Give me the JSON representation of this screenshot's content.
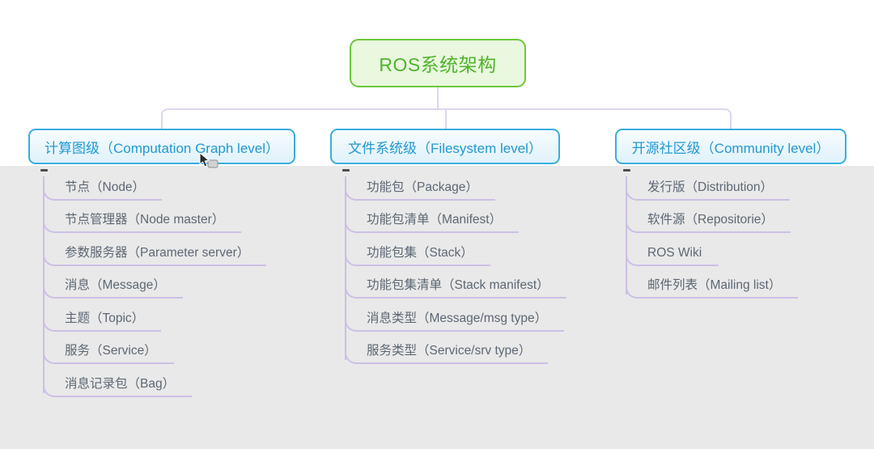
{
  "root": {
    "label": "ROS系统架构"
  },
  "branches": [
    {
      "title": "计算图级（Computation Graph level）",
      "children": [
        "节点（Node）",
        "节点管理器（Node master）",
        "参数服务器（Parameter server）",
        "消息（Message）",
        "主题（Topic）",
        "服务（Service）",
        "消息记录包（Bag）"
      ]
    },
    {
      "title": "文件系统级（Filesystem level）",
      "children": [
        "功能包（Package）",
        "功能包清单（Manifest）",
        "功能包集（Stack）",
        "功能包集清单（Stack manifest）",
        "消息类型（Message/msg type）",
        "服务类型（Service/srv type）"
      ]
    },
    {
      "title": "开源社区级（Community level）",
      "children": [
        "发行版（Distribution）",
        "软件源（Repositorie）",
        "ROS Wiki",
        "邮件列表（Mailing list）"
      ]
    }
  ],
  "icons": {
    "collapse_indicator": "-",
    "cursor": "mouse-pointer"
  },
  "colors": {
    "root_border": "#6cc93a",
    "root_fill": "#e9f8de",
    "root_text": "#4fb32a",
    "branch_border": "#39ade0",
    "branch_fill_top": "#f7fcfe",
    "branch_fill_bottom": "#e0f2fa",
    "branch_text": "#2199d2",
    "tree_connector": "#ded4ef",
    "child_connector": "#cdbfe6",
    "child_text": "#5d6773",
    "background_upper": "#ffffff",
    "background_lower": "#e9e9e9"
  }
}
